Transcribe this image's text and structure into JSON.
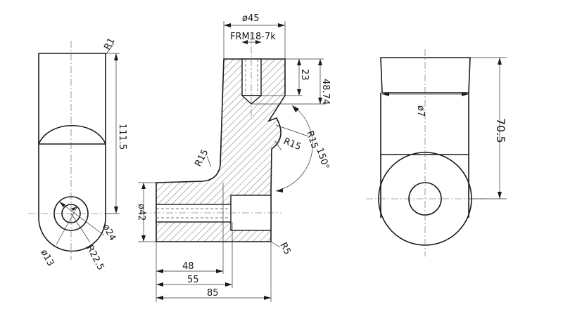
{
  "dimensions": {
    "d45": "ø45",
    "thread": "FRM18-7k",
    "d23": "23",
    "d48_74": "48.74",
    "r15a": "R15",
    "r15b": "R15",
    "r15c": "R15",
    "a150": "150°",
    "d42": "ø42",
    "d48": "48",
    "d55": "55",
    "d85": "85",
    "r5": "R5",
    "r1": "R1",
    "d111_5": "111.5",
    "d24": "ø24",
    "d13": "ø13",
    "r22_5": "R22.5",
    "d7": "ø7",
    "d70_5": "70.5"
  }
}
